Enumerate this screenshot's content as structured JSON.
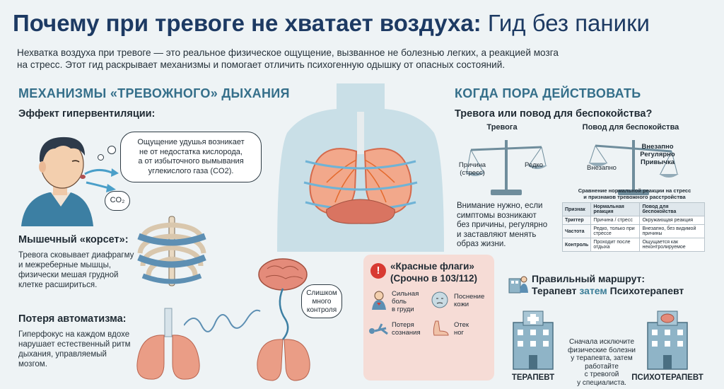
{
  "title": {
    "bold": "Почему при тревоге не хватает воздуха:",
    "light": "Гид без паники"
  },
  "intro": {
    "line1": "Нехватка воздуха при тревоге — это реальное физическое ощущение, вызванное не болезнью легких, а реакцией мозга",
    "line2": "на стресс. Этот гид раскрывает механизмы и помогает отличить психогенную одышку от опасных состояний."
  },
  "left": {
    "heading": "МЕХАНИЗМЫ «ТРЕВОЖНОГО» ДЫХАНИЯ",
    "hyperventilation": {
      "heading": "Эффект гипервентиляции:",
      "bubble": [
        "Ощущение удушья возникает",
        "не от недостатка кислорода,",
        "а от избыточного вымывания",
        "углекислого газа (CO2)."
      ],
      "co2": "CO₂"
    },
    "corset": {
      "heading": "Мышечный «корсет»:",
      "text": [
        "Тревога сковывает диафрагму",
        "и межреберные мышцы,",
        "физически мешая грудной",
        "клетке расшириться."
      ]
    },
    "automatism": {
      "heading": "Потеря автоматизма:",
      "text": [
        "Гиперфокус на каждом вдохе",
        "нарушает естественный ритм",
        "дыхания, управляемый",
        "мозгом."
      ],
      "bubble": [
        "Слишком",
        "много",
        "контроля"
      ]
    }
  },
  "right": {
    "heading": "КОГДА ПОРА ДЕЙСТВОВАТЬ",
    "question": "Тревога или повод для беспокойства?",
    "scale1": {
      "label": "Тревога",
      "left": [
        "Причина",
        "(стресс)"
      ],
      "right": [
        "Редко"
      ]
    },
    "scale2": {
      "label": "Повод для беспокойства",
      "left": [
        "Внезапно"
      ],
      "right": [
        "Внезапно",
        "Регулярно",
        "Привычка"
      ]
    },
    "advice": [
      "Внимание нужно, если",
      "симптомы возникают",
      "без причины, регулярно",
      "и заставляют менять",
      "образ жизни."
    ],
    "table": {
      "caption": [
        "Сравнение нормальной реакции на стресс",
        "и признаков тревожного расстройства"
      ],
      "headers": [
        "Признак",
        "Нормальная реакция",
        "Повод для беспокойства"
      ],
      "rows": [
        [
          "Триггер",
          "Причина / стресс",
          "Окружающая реакция"
        ],
        [
          "Частота",
          "Редко, только при стрессе",
          "Внезапно, без видимой причины"
        ],
        [
          "Контроль",
          "Проходит после отдыха",
          "Ощущается как неконтролируемое"
        ]
      ]
    }
  },
  "redflags": {
    "title": [
      "«Красные флаги»",
      "(Срочно в 103/112)"
    ],
    "items": [
      [
        "Сильная",
        "боль",
        "в груди"
      ],
      [
        "Поснение",
        "кожи"
      ],
      [
        "Потеря",
        "сознания"
      ],
      [
        "Отек",
        "ног"
      ]
    ]
  },
  "route": {
    "line1": "Правильный маршрут:",
    "a": "Терапевт",
    "then": "затем",
    "b": "Психотерапевт",
    "text": [
      "Сначала исключите",
      "физические болезни",
      "у терапевта, затем",
      "работайте",
      "с тревогой",
      "у специалиста."
    ],
    "bld1": "ТЕРАПЕВТ",
    "bld2": "ПСИХОТЕРАПЕВТ"
  }
}
